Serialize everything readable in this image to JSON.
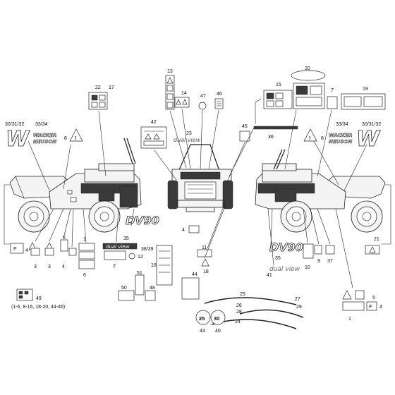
{
  "callouts": {
    "n30_32_left": "30/31/32",
    "n33_34_left": "33/34",
    "n8_left": "8",
    "n22": "22",
    "n17": "17",
    "n13": "13",
    "n14": "14",
    "n47": "47",
    "n46": "46",
    "n42": "42",
    "n23": "23",
    "n20": "20",
    "n15": "15",
    "n7": "7",
    "n19": "19",
    "n45": "45",
    "n36": "36",
    "n33_34_right": "33/34",
    "n30_32_right": "30/31/32",
    "n8_right": "8",
    "n4_left": "4",
    "n5_left": "5",
    "n1_left": "1",
    "n3a": "3",
    "n3b": "3",
    "n4_mid_left": "4",
    "n6": "6",
    "n35_left": "35",
    "n38_39": "38/39",
    "n12": "12",
    "n2": "2",
    "n4_center": "4",
    "n11": "11",
    "n18": "18",
    "n16": "16",
    "n51": "51",
    "n44": "44",
    "n50": "50",
    "n48": "48",
    "n49": "49",
    "n49_note": "(1-6, 8-16, 18-20, 44-46)",
    "n25": "25",
    "n27": "27",
    "n26": "26",
    "n28": "28",
    "n29": "29",
    "n24": "24",
    "n43": "43",
    "n40": "40",
    "n35_right": "35",
    "n41": "41",
    "n10": "10",
    "n9": "9",
    "n37": "37",
    "n21": "21",
    "n5_right": "5",
    "n4_right": "4",
    "n1_right": "1"
  },
  "branding": {
    "wacker_line1": "WACKER",
    "wacker_line2": "NEUSON",
    "dv90": "DV90",
    "dual_view": "dual view",
    "badge_25": "25",
    "badge_30": "30"
  }
}
